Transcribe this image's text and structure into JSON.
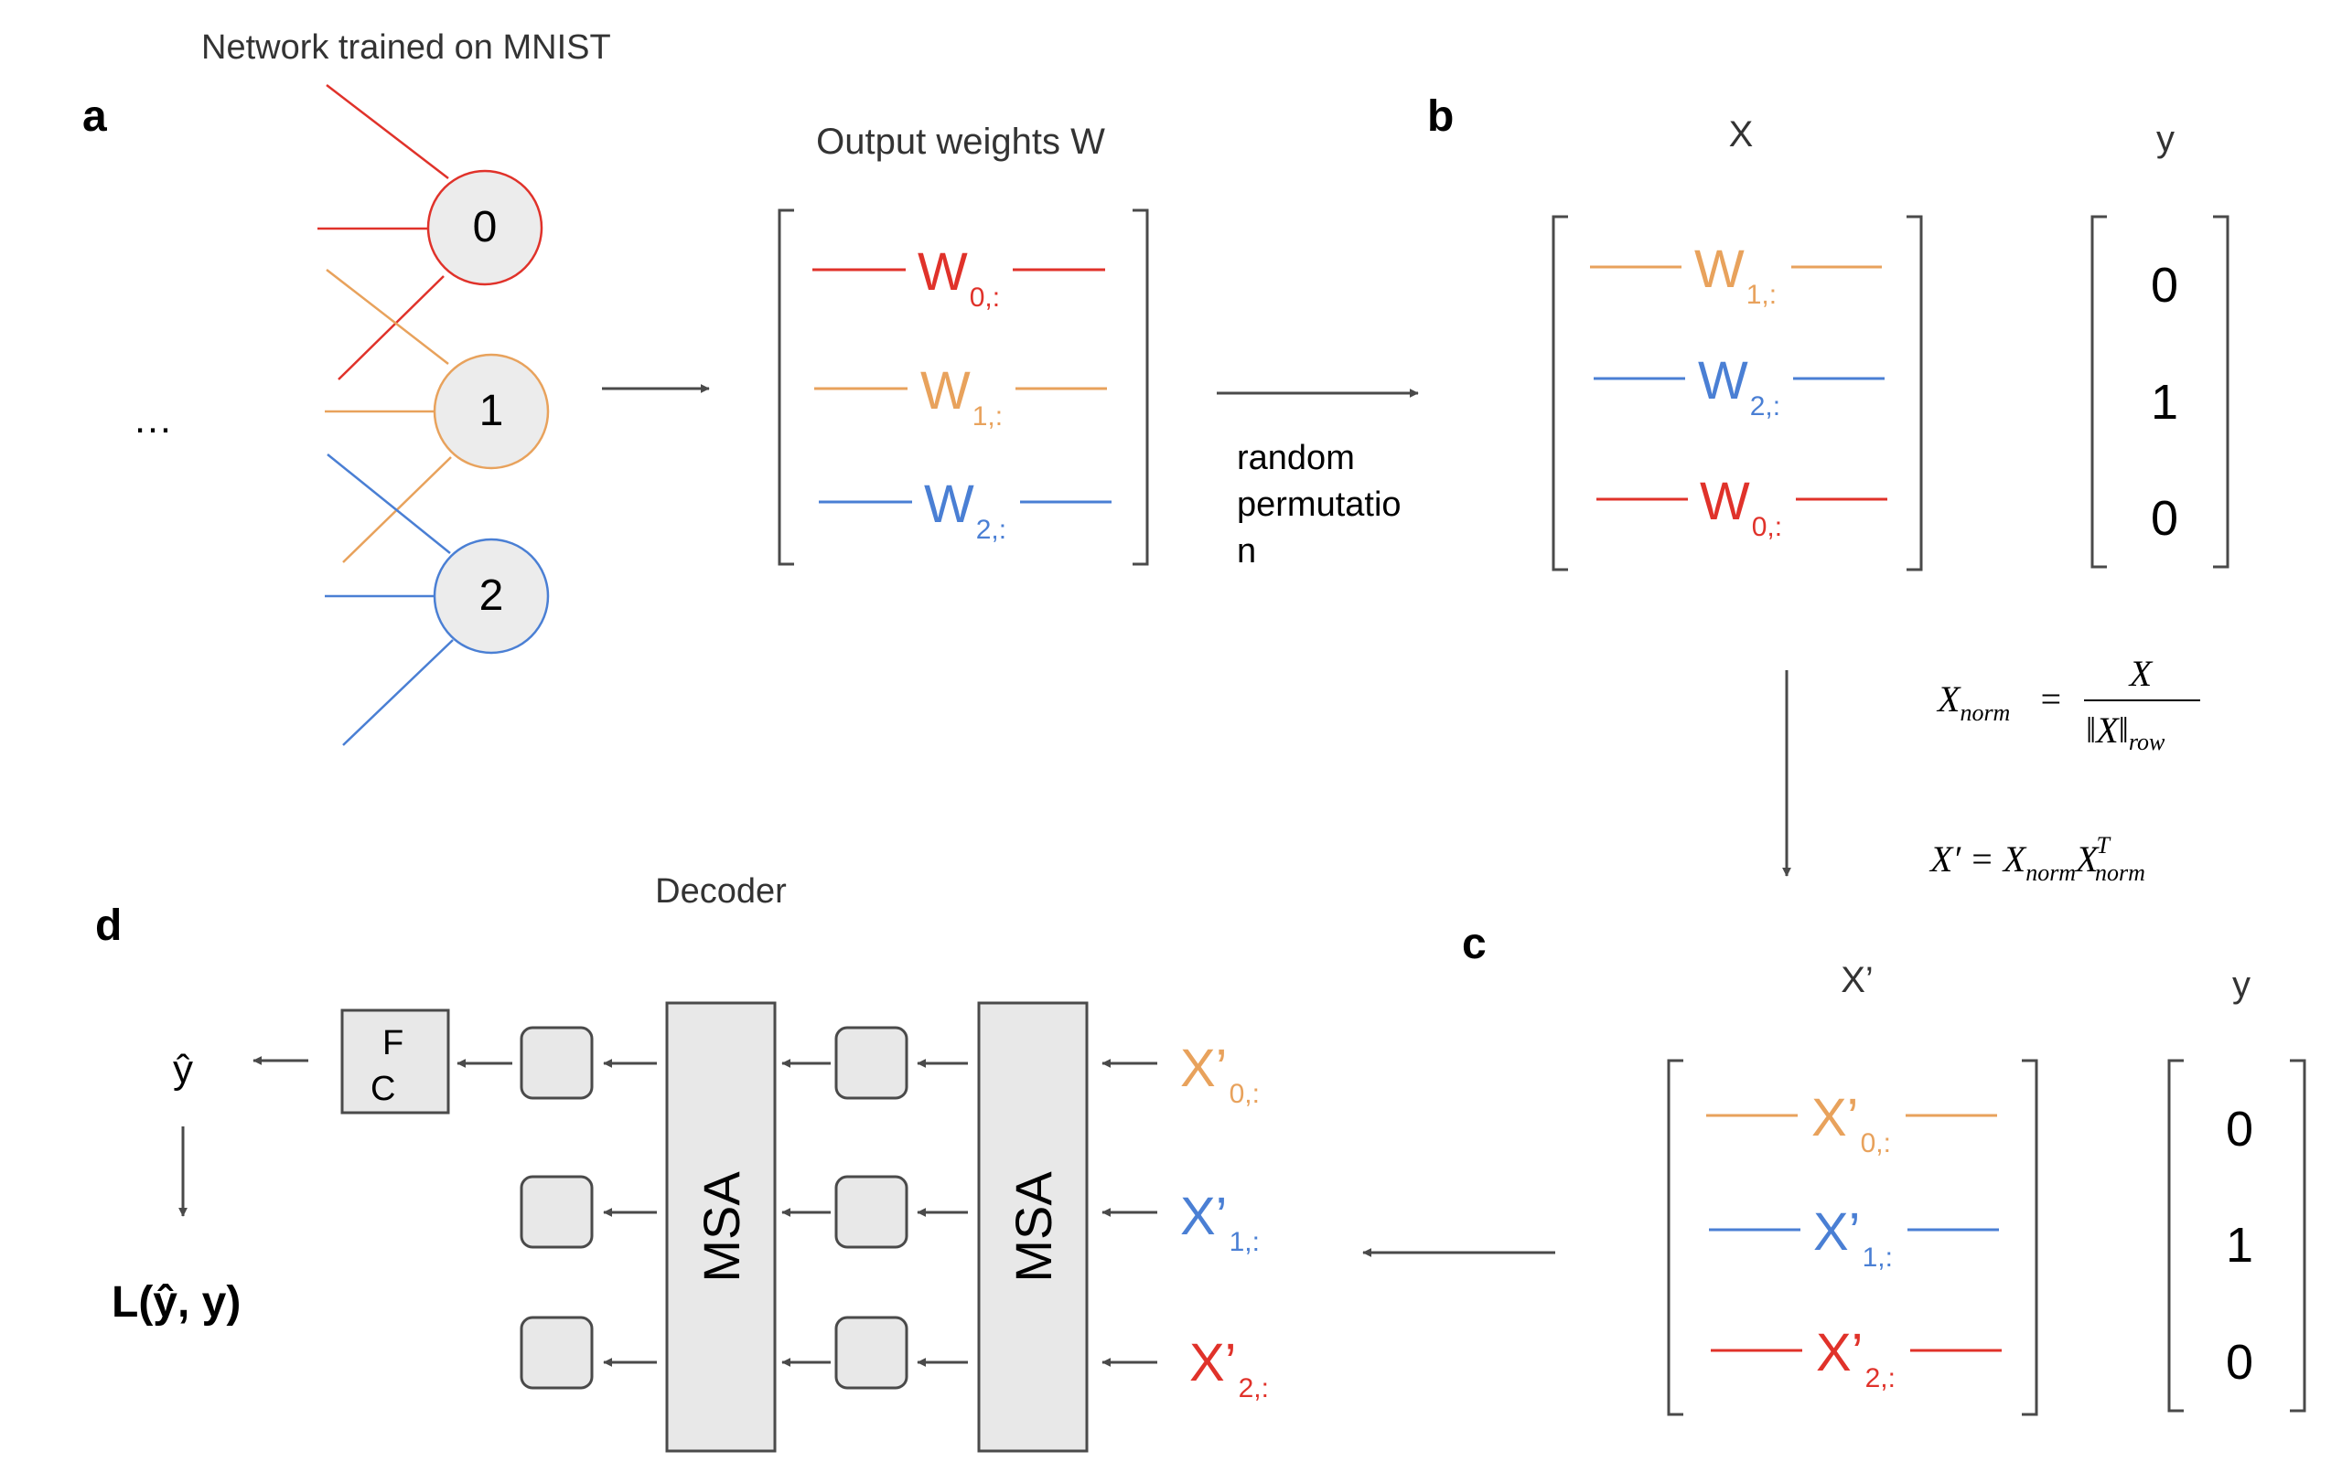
{
  "colors": {
    "red": "#e0322a",
    "orange": "#e8a25c",
    "blue": "#4a7fd4",
    "node_fill": "#ececec",
    "box_fill": "#e8e8e8",
    "dark": "#4a4a4a",
    "text": "#000000",
    "label_gray": "#333333"
  },
  "panel_a": {
    "letter": "a",
    "caption": "Network trained on MNIST",
    "ellipsis": "…",
    "nodes": [
      "0",
      "1",
      "2"
    ],
    "matrix_title": "Output weights W",
    "rows": [
      {
        "base": "W",
        "sub": "0,:",
        "color": "red"
      },
      {
        "base": "W",
        "sub": "1,:",
        "color": "orange"
      },
      {
        "base": "W",
        "sub": "2,:",
        "color": "blue"
      }
    ],
    "permutation_label": [
      "random",
      "permutatio",
      "n"
    ]
  },
  "panel_b": {
    "letter": "b",
    "x_title": "X",
    "y_title": "y",
    "rows": [
      {
        "base": "W",
        "sub": "1,:",
        "color": "orange"
      },
      {
        "base": "W",
        "sub": "2,:",
        "color": "blue"
      },
      {
        "base": "W",
        "sub": "0,:",
        "color": "red"
      }
    ],
    "y_values": [
      "0",
      "1",
      "0"
    ],
    "formula_norm": {
      "lhs": "X",
      "lhs_sub": "norm",
      "num": "X",
      "den": "‖X‖",
      "den_sub": "row"
    },
    "formula_prime": {
      "lhs": "X′",
      "rhs1": "X",
      "rhs1_sub": "norm",
      "rhs2": "X",
      "rhs2_sub": "norm",
      "rhs2_sup": "T"
    }
  },
  "panel_c": {
    "letter": "c",
    "x_title": "X’",
    "y_title": "y",
    "rows": [
      {
        "base": "X’",
        "sub": "0,:",
        "color": "orange"
      },
      {
        "base": "X’",
        "sub": "1,:",
        "color": "blue"
      },
      {
        "base": "X’",
        "sub": "2,:",
        "color": "red"
      }
    ],
    "y_values": [
      "0",
      "1",
      "0"
    ]
  },
  "panel_d": {
    "letter": "d",
    "title": "Decoder",
    "msa_label": "MSA",
    "fc_label": [
      "F",
      "C"
    ],
    "y_hat": "ŷ",
    "loss": "L(ŷ, y)",
    "inputs": [
      {
        "base": "X’",
        "sub": "0,:",
        "color": "orange"
      },
      {
        "base": "X’",
        "sub": "1,:",
        "color": "blue"
      },
      {
        "base": "X’",
        "sub": "2,:",
        "color": "red"
      }
    ]
  }
}
